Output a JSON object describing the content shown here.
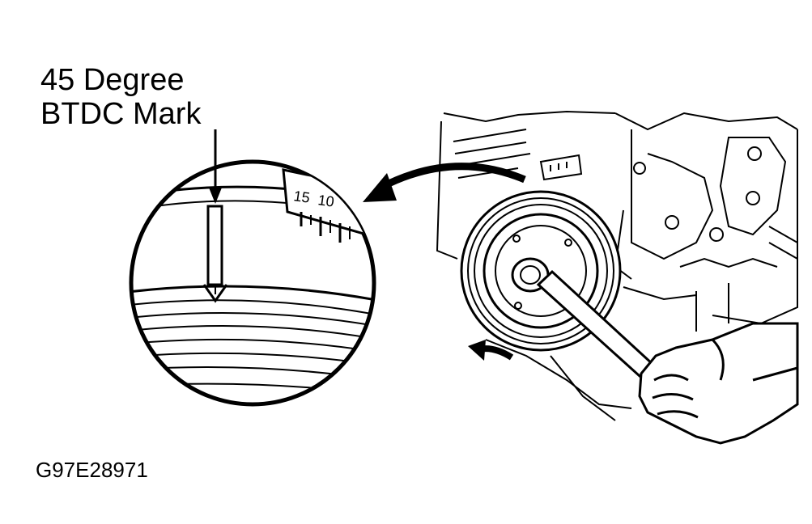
{
  "callout": {
    "line1": "45 Degree",
    "line2": "BTDC Mark"
  },
  "scale_numbers": {
    "first": "15",
    "second": "10"
  },
  "figure_id": "G97E28971"
}
